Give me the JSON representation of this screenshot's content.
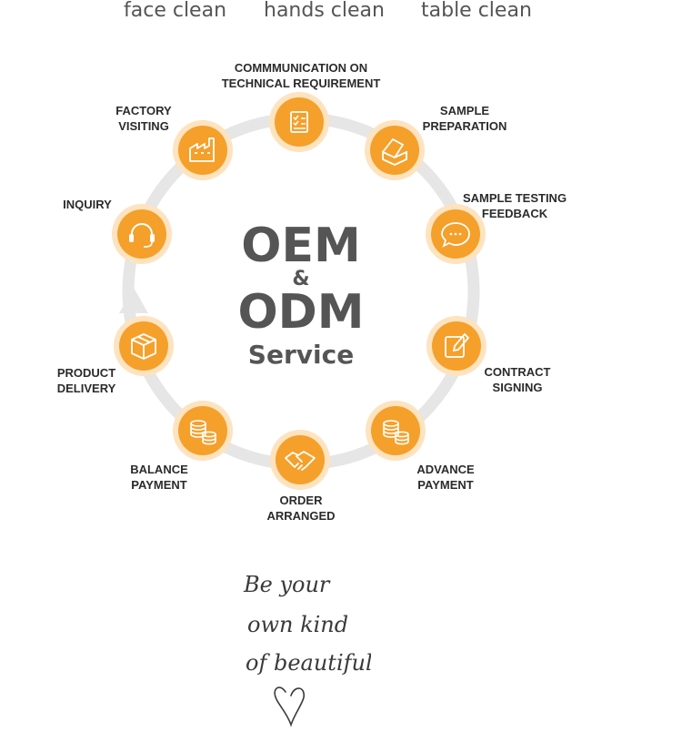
{
  "top_labels": [
    "face clean",
    "hands clean",
    "table clean"
  ],
  "center": {
    "line1": "OEM",
    "amp": "&",
    "line2": "ODM",
    "line3": "Service"
  },
  "steps": [
    {
      "id": "communication",
      "lines": [
        "COMMMUNICATION ON",
        "TECHNICAL REQUIREMENT"
      ],
      "icon": "checklist-icon"
    },
    {
      "id": "sample-preparation",
      "lines": [
        "SAMPLE",
        "PREPARATION"
      ],
      "icon": "box-open-icon"
    },
    {
      "id": "sample-testing",
      "lines": [
        "SAMPLE TESTING",
        "FEEDBACK"
      ],
      "icon": "chat-bubble-icon"
    },
    {
      "id": "contract-signing",
      "lines": [
        "CONTRACT",
        "SIGNING"
      ],
      "icon": "pen-edit-icon"
    },
    {
      "id": "advance-payment",
      "lines": [
        "ADVANCE",
        "PAYMENT"
      ],
      "icon": "coins-icon"
    },
    {
      "id": "order-arranged",
      "lines": [
        "ORDER",
        "ARRANGED"
      ],
      "icon": "handshake-icon"
    },
    {
      "id": "balance-payment",
      "lines": [
        "BALANCE",
        "PAYMENT"
      ],
      "icon": "coins-icon"
    },
    {
      "id": "product-delivery",
      "lines": [
        "PRODUCT",
        "DELIVERY"
      ],
      "icon": "package-icon"
    },
    {
      "id": "inquiry",
      "lines": [
        "INQUIRY"
      ],
      "icon": "headset-icon"
    },
    {
      "id": "factory-visiting",
      "lines": [
        "FACTORY",
        "VISITING"
      ],
      "icon": "factory-icon"
    }
  ],
  "signature_lines": [
    "Be your",
    "own kind",
    "of beautiful"
  ],
  "colors": {
    "node": "#f5a02a",
    "node_ring": "#fde3bf",
    "ring_track": "#e6e6e6",
    "text_dark": "#2b2b2b",
    "center_text": "#555555"
  }
}
